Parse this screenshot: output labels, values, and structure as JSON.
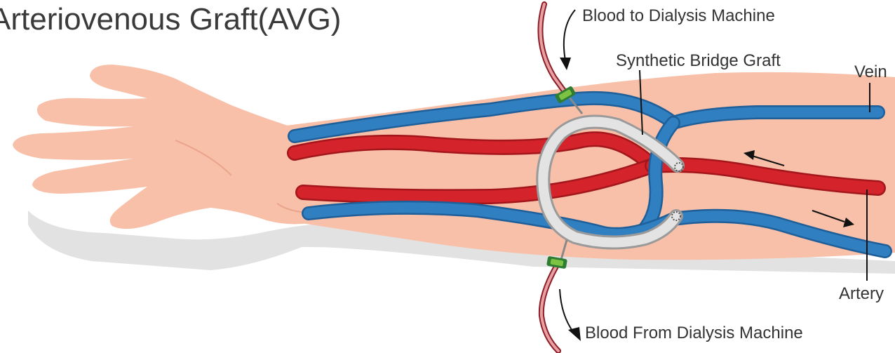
{
  "title": "Arteriovenous Graft(AVG)",
  "labels": {
    "blood_to": "Blood to Dialysis Machine",
    "graft": "Synthetic Bridge Graft",
    "vein": "Vein",
    "artery": "Artery",
    "blood_from": "Blood From Dialysis Machine"
  },
  "colors": {
    "skin": "#f8c0a8",
    "skin_shadow": "#e9a58c",
    "vein": "#2f7fc1",
    "vein_dark": "#1f5f99",
    "artery": "#d4232a",
    "artery_dark": "#a3161c",
    "graft": "#d9d9d9",
    "tube": "#c0303a",
    "clamp": "#2e7d32",
    "clamp_light": "#7cc243"
  }
}
